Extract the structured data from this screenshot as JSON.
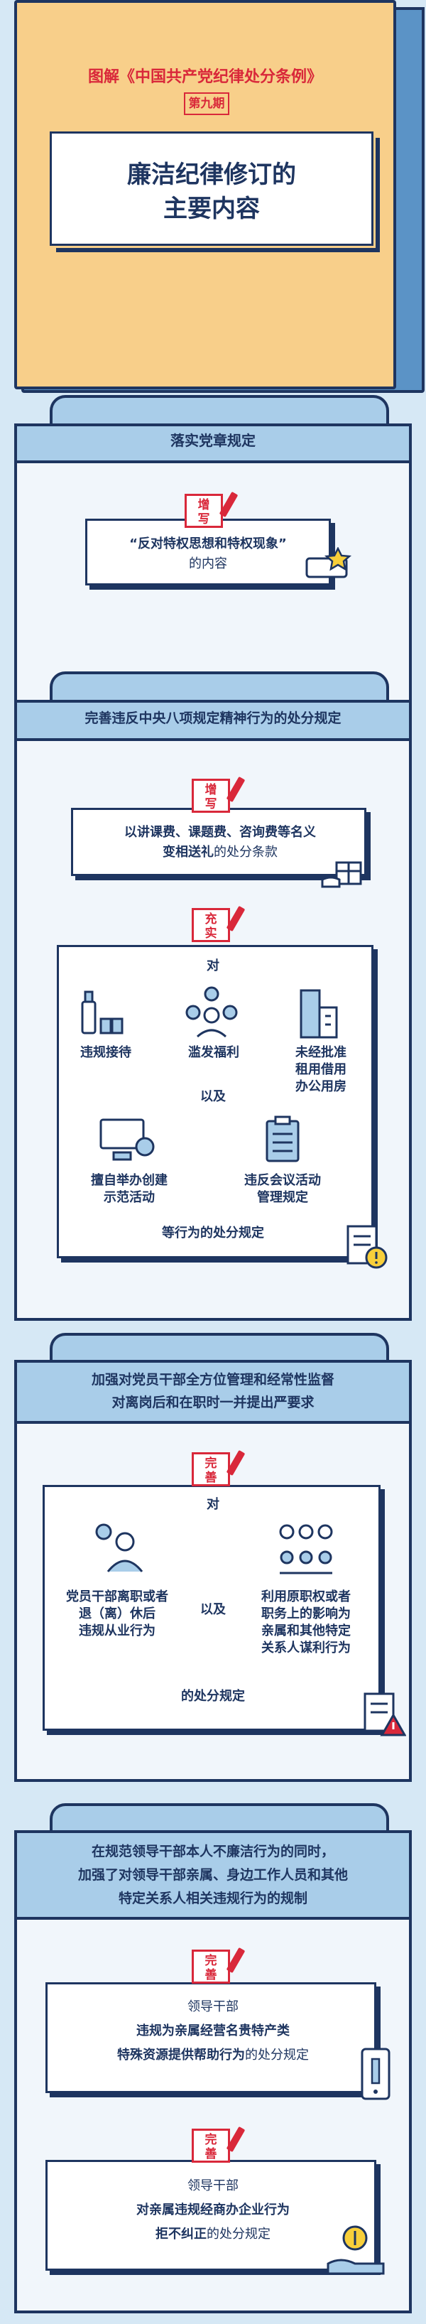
{
  "header": {
    "series_title": "图解《中国共产党纪律处分条例》",
    "issue": "第九期",
    "main_title_line1": "廉洁纪律修订的",
    "main_title_line2": "主要内容"
  },
  "sections": [
    {
      "title": "落实党章规定",
      "badge": [
        "增",
        "写"
      ],
      "text_bold": "“反对特权思想和特权现象”",
      "text_normal": "的内容"
    },
    {
      "title": "完善违反中央八项规定精神行为的处分规定",
      "badge1": [
        "增",
        "写"
      ],
      "text1_bold_line1": "以讲课费、课题费、咨询费等名义",
      "text1_bold_line2": "变相送礼",
      "text1_normal": "的处分条款",
      "badge2": [
        "充",
        "实"
      ],
      "dui": "对",
      "item1": "违规接待",
      "item2": "滥发福利",
      "item3_line1": "未经批准",
      "item3_line2": "租用借用",
      "item3_line3": "办公用房",
      "yiji": "以及",
      "item4_line1": "擅自举办创建",
      "item4_line2": "示范活动",
      "item5_line1": "违反会议活动",
      "item5_line2": "管理规定",
      "footer": "等行为的处分规定"
    },
    {
      "title_line1": "加强对党员干部全方位管理和经常性监督",
      "title_line2": "对离岗后和在职时一并提出严要求",
      "badge": [
        "完",
        "善"
      ],
      "dui": "对",
      "left_line1": "党员干部离职或者",
      "left_line2": "退（离）休后",
      "left_line3": "违规从业行为",
      "yiji": "以及",
      "right_line1": "利用原职权或者",
      "right_line2": "职务上的影响为",
      "right_line3": "亲属和其他特定",
      "right_line4": "关系人谋利行为",
      "footer": "的处分规定"
    },
    {
      "title_line1": "在规范领导干部本人不廉洁行为的同时，",
      "title_line2": "加强了对领导干部亲属、身边工作人员和其他",
      "title_line3": "特定关系人相关违规行为的规制",
      "badge1": [
        "完",
        "善"
      ],
      "a_line1": "领导干部",
      "a_line2": "违规为亲属经营名贵特产类",
      "a_line3_bold": "特殊资源提供帮助行为",
      "a_line3_normal": "的处分规定",
      "badge2": [
        "完",
        "善"
      ],
      "b_line1": "领导干部",
      "b_line2": "对亲属违规经商办企业行为",
      "b_line3_bold": "拒不纠正",
      "b_line3_normal": "的处分规定"
    }
  ]
}
